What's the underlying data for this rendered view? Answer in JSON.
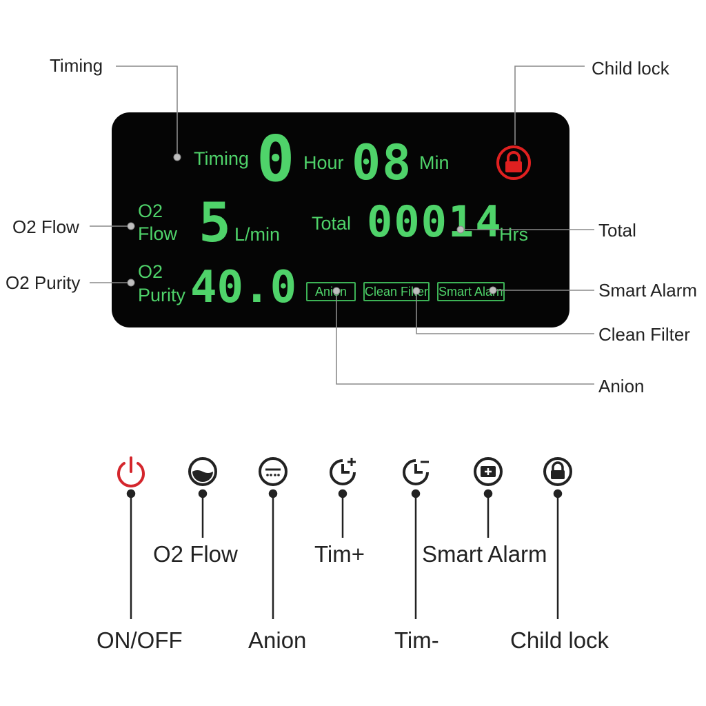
{
  "callouts": {
    "timing": "Timing",
    "child_lock": "Child lock",
    "o2_flow": "O2 Flow",
    "total": "Total",
    "o2_purity": "O2 Purity",
    "smart_alarm": "Smart Alarm",
    "clean_filter": "Clean Filter",
    "anion": "Anion"
  },
  "lcd": {
    "timing_label": "Timing",
    "timing_hours": "0",
    "hour_label": "Hour",
    "timing_minutes": "08",
    "min_label": "Min",
    "flow_label_line1": "O2",
    "flow_label_line2": "Flow",
    "flow_value": "5",
    "flow_unit": "L/min",
    "total_label": "Total",
    "total_value": "00014",
    "total_unit": "Hrs",
    "purity_label_line1": "O2",
    "purity_label_line2": "Purity",
    "purity_value": "40.0",
    "badges": {
      "anion": "Anion",
      "clean_filter": "Clean Filter",
      "smart_alarm": "Smart Alarm"
    },
    "lock_color": "#e02020",
    "digit_color": "#4fd36a"
  },
  "buttons": [
    {
      "icon": "power-icon",
      "label": "ON/OFF"
    },
    {
      "icon": "o2-flow-icon",
      "label": "O2 Flow"
    },
    {
      "icon": "anion-icon",
      "label": "Anion"
    },
    {
      "icon": "timer-plus-icon",
      "label": "Tim+"
    },
    {
      "icon": "timer-minus-icon",
      "label": "Tim-"
    },
    {
      "icon": "smart-alarm-icon",
      "label": "Smart Alarm"
    },
    {
      "icon": "lock-icon",
      "label": "Child lock"
    }
  ]
}
